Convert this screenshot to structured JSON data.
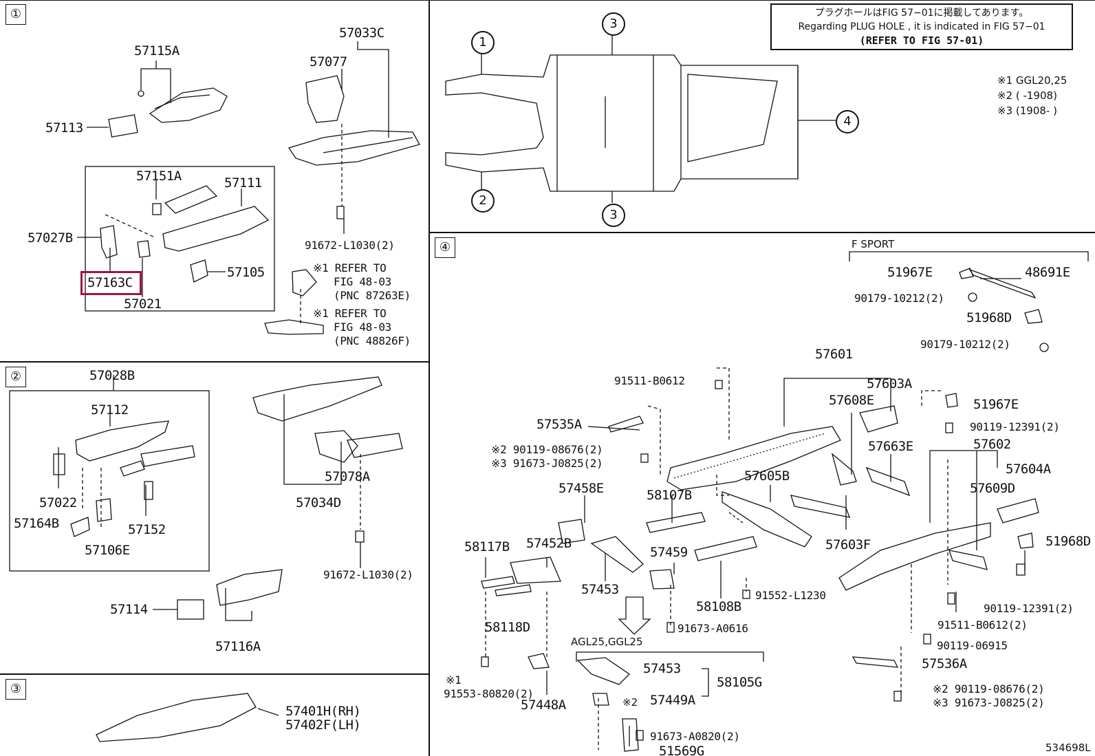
{
  "diagram_id": "534698L",
  "note": {
    "line1": "プラグホールはFIG 57−01に掲載してあります。",
    "line2": "Regarding  PLUG  HOLE , it is indicated in  FIG  57−01",
    "line3": "(REFER TO FIG 57-01)"
  },
  "legend": {
    "l1": "※1 GGL20,25",
    "l2": "※2 (        -1908)",
    "l3": "※3 (1908-        )"
  },
  "sections": {
    "s1": "①",
    "s2": "②",
    "s3": "③",
    "s4": "④"
  },
  "frame_callouts": [
    "1",
    "2",
    "3",
    "3",
    "4"
  ],
  "f_sport": "F SPORT",
  "agl_label": "AGL25,GGL25",
  "sec1": {
    "p57115A": "57115A",
    "p57113": "57113",
    "p57151A": "57151A",
    "p57111": "57111",
    "p57027B": "57027B",
    "p57163C": "57163C",
    "p57021": "57021",
    "p57105": "57105",
    "p57033C": "57033C",
    "p57077": "57077",
    "p91672": "91672-L1030(2)",
    "ref1": [
      "※1 REFER TO",
      "FIG 48-03",
      "(PNC 87263E)"
    ],
    "ref2": [
      "※1 REFER TO",
      "FIG 48-03",
      "(PNC 48826F)"
    ]
  },
  "sec2": {
    "p57028B": "57028B",
    "p57112": "57112",
    "p57022": "57022",
    "p57164B": "57164B",
    "p57106E": "57106E",
    "p57152": "57152",
    "p57034D": "57034D",
    "p57078A": "57078A",
    "p91672": "91672-L1030(2)",
    "p57114": "57114",
    "p57116A": "57116A"
  },
  "sec3": {
    "p57401H": "57401H(RH)",
    "p57402F": "57402F(LH)"
  },
  "sec4": {
    "p51967E_a": "51967E",
    "p48691E": "48691E",
    "p90179a": "90179-10212(2)",
    "p51968D_a": "51968D",
    "p90179b": "90179-10212(2)",
    "p57601": "57601",
    "p91511a": "91511-B0612",
    "p57603A": "57603A",
    "p57608E": "57608E",
    "p51967E_b": "51967E",
    "p57535A": "57535A",
    "p90119a": "90119-12391(2)",
    "p90119b": "※2 90119-08676(2)",
    "p91673a": "※3 91673-J0825(2)",
    "p57663E": "57663E",
    "p57602": "57602",
    "p57604A": "57604A",
    "p57458E": "57458E",
    "p58107B": "58107B",
    "p57605B": "57605B",
    "p57609D": "57609D",
    "p51968D_b": "51968D",
    "p58117B": "58117B",
    "p57452B": "57452B",
    "p57459": "57459",
    "p57603F": "57603F",
    "p57453a": "57453",
    "p58108B": "58108B",
    "p91552": "91552-L1230",
    "p90119c": "90119-12391(2)",
    "p91511b": "91511-B0612(2)",
    "p58118D": "58118D",
    "p91673b": "91673-A0616",
    "p90119d": "90119-06915",
    "p57453b": "57453",
    "p58105G": "58105G",
    "p57449A": "57449A",
    "p57536A": "57536A",
    "p90119e": "※2 90119-08676(2)",
    "p91673c": "※3 91673-J0825(2)",
    "p91553a": "※1",
    "p91553b": "91553-80820(2)",
    "p57448A": "57448A",
    "p91673d": "91673-A0820(2)",
    "p51569G": "51569G",
    "mark2": "※2"
  }
}
